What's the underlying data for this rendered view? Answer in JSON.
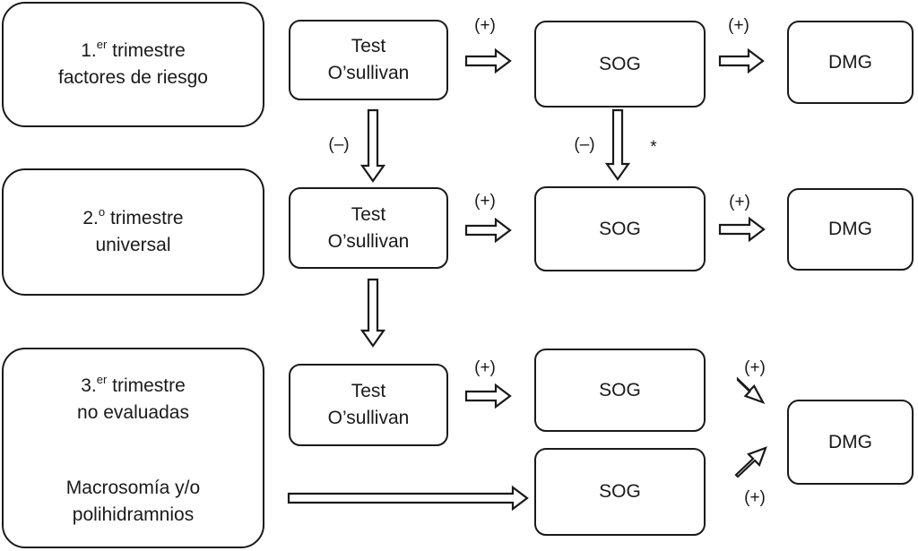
{
  "stages": {
    "tri1": {
      "ordinal": "1.",
      "sup": "er",
      "word": " trimestre",
      "line2": "factores de riesgo"
    },
    "tri2": {
      "ordinal": "2.",
      "sup": "o",
      "word": " trimestre",
      "line2": "universal"
    },
    "tri3": {
      "ordinal": "3.",
      "sup": "er",
      "word": " trimestre",
      "line2": "no evaluadas",
      "line3": "Macrosomía y/o",
      "line4": "polihidramnios"
    }
  },
  "nodes": {
    "test_line1": "Test",
    "test_line2": "O’sullivan",
    "sog": "SOG",
    "dmg": "DMG"
  },
  "labels": {
    "positive": "(+)",
    "negative": "(–)",
    "asterisk": "*"
  }
}
